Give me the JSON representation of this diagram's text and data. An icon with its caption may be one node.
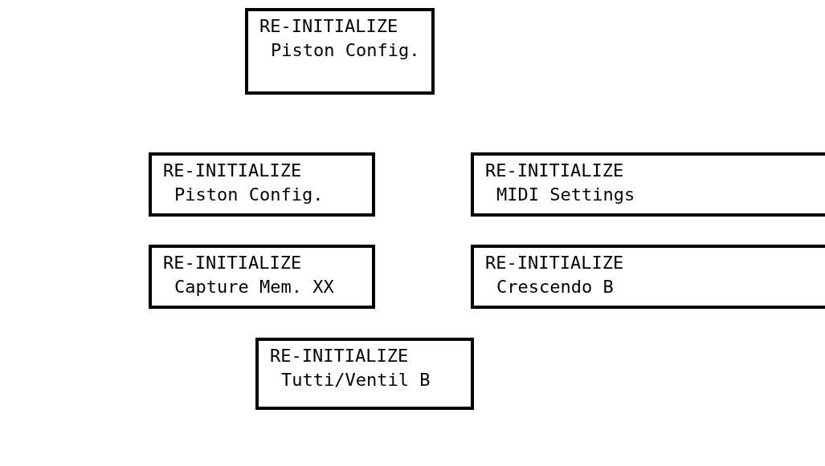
{
  "diagram": {
    "nodes": [
      {
        "text": [
          "RE-INITIALIZE",
          "Piston Config."
        ]
      },
      {
        "text": [
          "RE-INITIALIZE",
          "Piston Config."
        ]
      },
      {
        "text": [
          "RE-INITIALIZE",
          "MIDI Settings"
        ]
      },
      {
        "text": [
          "RE-INITIALIZE",
          "Capture Mem. XX"
        ]
      },
      {
        "text": [
          "RE-INITIALIZE",
          "Crescendo B"
        ]
      },
      {
        "text": [
          "RE-INITIALIZE",
          "Tutti/Ventil B"
        ]
      }
    ]
  }
}
